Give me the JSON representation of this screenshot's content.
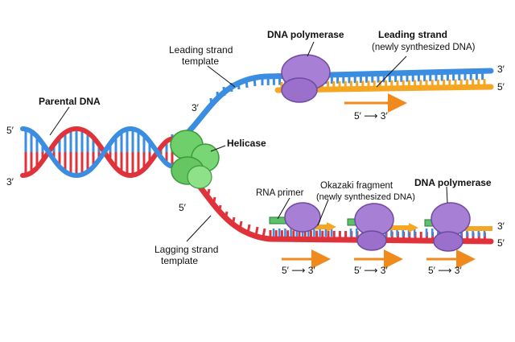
{
  "labels": {
    "parental_dna": "Parental DNA",
    "leading_template": [
      "Leading strand",
      "template"
    ],
    "dna_polymerase_top": "DNA polymerase",
    "leading_strand": [
      "Leading strand",
      "(newly synthesized DNA)"
    ],
    "helicase": "Helicase",
    "rna_primer": "RNA primer",
    "okazaki": [
      "Okazaki fragment",
      "(newly synthesized DNA)"
    ],
    "dna_polymerase_bottom": "DNA polymerase",
    "lagging_template": [
      "Lagging strand",
      "template"
    ],
    "end_5_left": "5′",
    "end_3_left": "3′",
    "end_3_fork_top": "3′",
    "end_5_fork_bottom": "5′",
    "end_3_top_right": "3′",
    "end_5_top_right": "5′",
    "end_3_bottom_right": "3′",
    "end_5_bottom_right": "5′",
    "direction_top": "5′ ⟶ 3′",
    "direction_bottom": [
      "5′ ⟶ 3′",
      "5′ ⟶ 3′",
      "5′ ⟶ 3′"
    ]
  },
  "colors": {
    "blue_strand": "#3a8de0",
    "red_strand": "#e0323a",
    "new_strand": "#f5a623",
    "polymerase": "#a77fd4",
    "helicase": "#6fcf6a",
    "primer": "#5cc26a",
    "arrow": "#f08a1c"
  }
}
